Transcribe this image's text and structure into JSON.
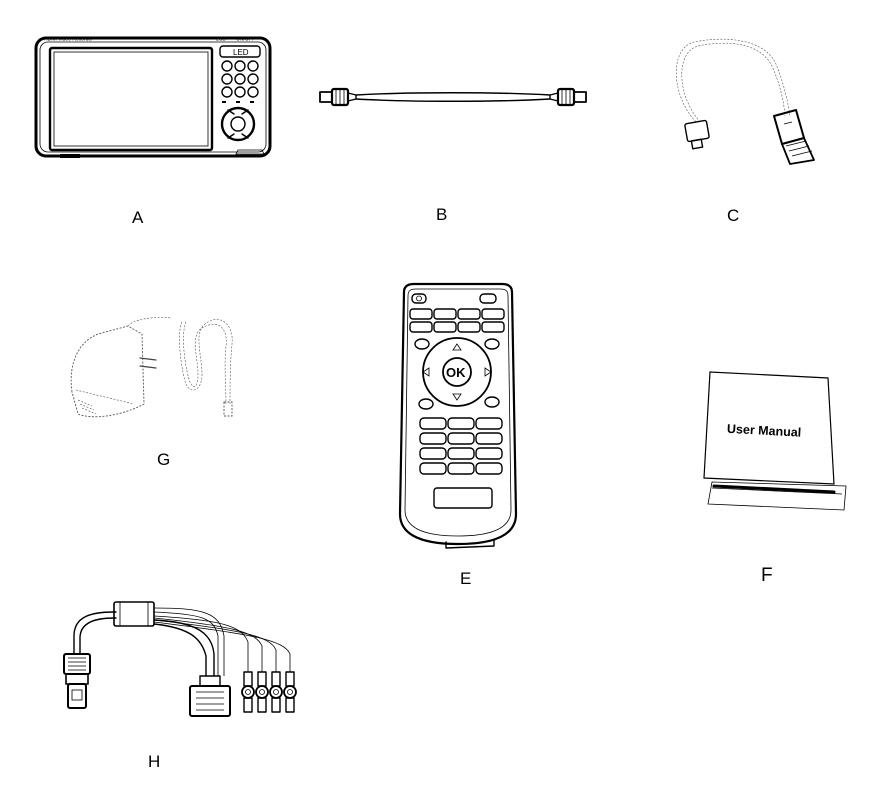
{
  "items": {
    "a": {
      "label": "A",
      "device_text": "HDMI Video Recorder",
      "top_tag_1": "LCD",
      "top_tag_2": "ON/OFF",
      "led_text": "LED"
    },
    "b": {
      "label": "B"
    },
    "c": {
      "label": "C"
    },
    "e": {
      "label": "E",
      "ok_text": "OK"
    },
    "f": {
      "label": "F",
      "manual_title": "User Manual"
    },
    "g": {
      "label": "G"
    },
    "h": {
      "label": "H"
    }
  }
}
